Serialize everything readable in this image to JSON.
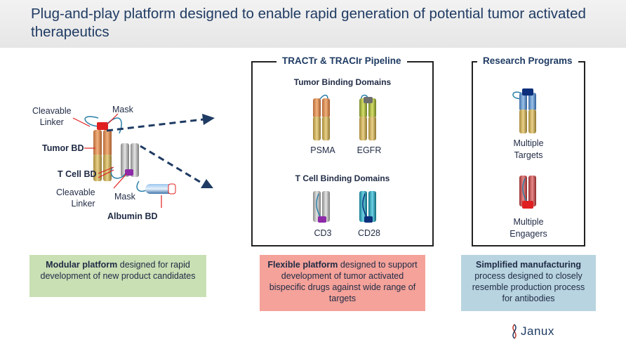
{
  "header": {
    "title": "Plug-and-play platform designed to enable rapid generation of potential tumor activated therapeutics"
  },
  "left_diagram": {
    "cleavable_linker_top": "Cleavable\nLinker",
    "mask_top": "Mask",
    "tumor_bd": "Tumor BD",
    "t_cell_bd": "T Cell BD",
    "cleavable_linker_bottom": "Cleavable\nLinker",
    "mask_bottom": "Mask",
    "albumin_bd": "Albumin BD"
  },
  "pipeline_panel": {
    "title": "TRACTr & TRACIr Pipeline",
    "tumor_heading": "Tumor Binding Domains",
    "tumor_items": [
      "PSMA",
      "EGFR"
    ],
    "tcell_heading": "T Cell Binding Domains",
    "tcell_items": [
      "CD3",
      "CD28"
    ]
  },
  "research_panel": {
    "title": "Research Programs",
    "items": [
      "Multiple\nTargets",
      "Multiple\nEngagers"
    ]
  },
  "bottom_boxes": [
    {
      "bold": "Modular platform",
      "text": " designed for rapid development of new product candidates",
      "color": "#c9dfb4"
    },
    {
      "bold": "Flexible platform",
      "text": " designed to support development of tumor activated bispecific drugs against wide range of targets",
      "color": "#f4a29a"
    },
    {
      "bold": "Simplified manufacturing",
      "text": " process designed to closely resemble production process for antibodies",
      "color": "#b8d4e0"
    }
  ],
  "logo": {
    "text": "Janux"
  },
  "colors": {
    "title": "#1f3b63",
    "arrow": "#1f3b63",
    "mask_red": "#e02020",
    "mask_purple": "#8e2aa8",
    "mask_navy": "#0b2f7a",
    "linker": "#2a7fa8"
  }
}
